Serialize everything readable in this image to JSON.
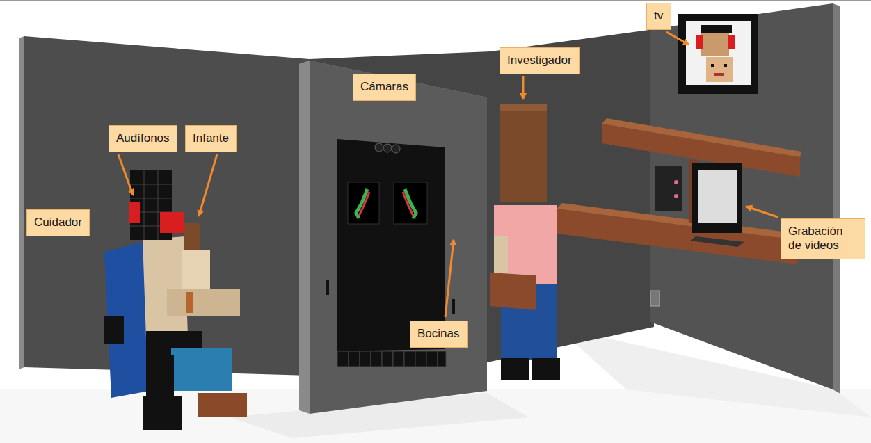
{
  "diagram": {
    "nodes": [
      {
        "text": [
          "tv"
        ]
      },
      {
        "text": [
          "Investigador"
        ]
      },
      {
        "text": [
          "Cámaras"
        ]
      },
      {
        "text": [
          "Audífonos"
        ]
      },
      {
        "text": [
          "Infante"
        ]
      },
      {
        "text": [
          "Cuidador"
        ]
      },
      {
        "text": [
          "Grabación de videos"
        ]
      },
      {
        "text": [
          "Bocinas"
        ]
      }
    ]
  }
}
